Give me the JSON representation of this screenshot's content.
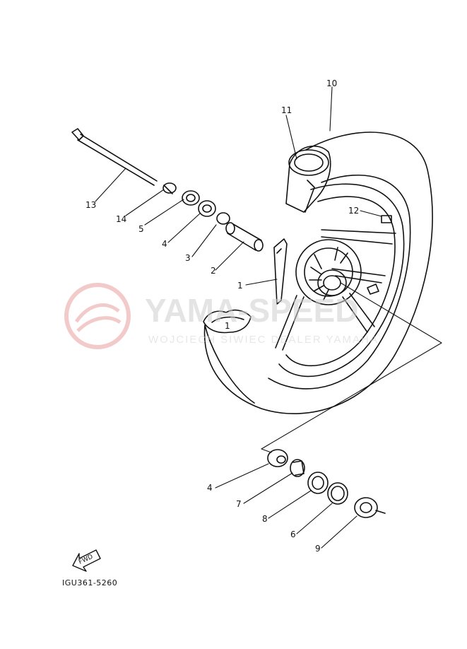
{
  "diagram": {
    "callouts": [
      {
        "id": "c1",
        "text": "1"
      },
      {
        "id": "c1b",
        "text": "1"
      },
      {
        "id": "c2",
        "text": "2"
      },
      {
        "id": "c3",
        "text": "3"
      },
      {
        "id": "c4a",
        "text": "4"
      },
      {
        "id": "c4b",
        "text": "4"
      },
      {
        "id": "c5",
        "text": "5"
      },
      {
        "id": "c6",
        "text": "6"
      },
      {
        "id": "c7",
        "text": "7"
      },
      {
        "id": "c8",
        "text": "8"
      },
      {
        "id": "c9",
        "text": "9"
      },
      {
        "id": "c10",
        "text": "10"
      },
      {
        "id": "c11",
        "text": "11"
      },
      {
        "id": "c12",
        "text": "12"
      },
      {
        "id": "c13",
        "text": "13"
      },
      {
        "id": "c14",
        "text": "14"
      }
    ],
    "fwd_label": "FWD",
    "diagram_code": "IGU361-5260"
  },
  "watermark": {
    "brand": "YAMA-SPEED",
    "subtitle": "WOJCIECH SIWIEC DEALER YAMAHA",
    "color": "#e8b4b4"
  }
}
